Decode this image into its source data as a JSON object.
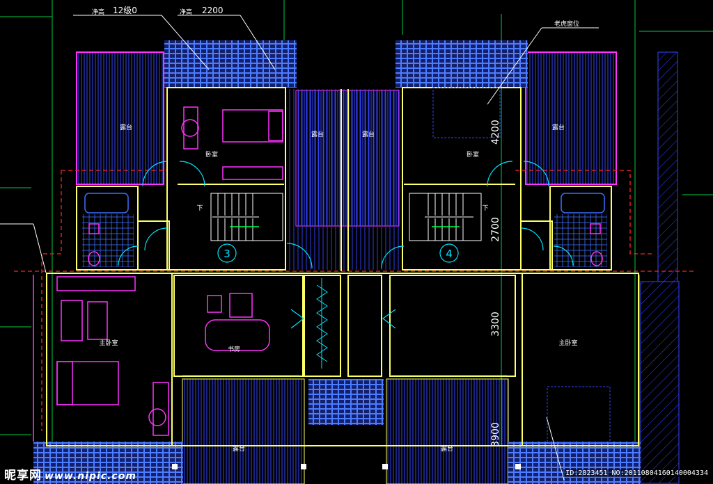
{
  "drawing": {
    "colors": {
      "background": "#000000",
      "wall": "#ffff66",
      "boundary": "#ff33ff",
      "dashed_outline": "#ff2222",
      "floor_hatch": "#3344ff",
      "tile": "#3a6fff",
      "axis_line": "#00cc44",
      "door": "#00e5ff",
      "dimension": "#ffffff",
      "furniture": "#ff33ff"
    },
    "notes": {
      "clear_height_1_prefix": "净高",
      "clear_height_1_value": "12级0",
      "clear_height_2_prefix": "净高",
      "clear_height_2_value": "2200",
      "reserved_position": "老虎窗位"
    },
    "room_labels": {
      "terrace_top_left": "露台",
      "terrace_top_center_left": "露台",
      "terrace_top_center_right": "露台",
      "terrace_top_right": "露台",
      "bedroom_left": "卧室",
      "bedroom_right": "卧室",
      "master_bedroom_left": "主卧室",
      "master_bedroom_right": "主卧室",
      "study": "书房",
      "terrace_bottom_left": "露台",
      "terrace_bottom_right": "露台",
      "stair_down_left": "下",
      "stair_down_right": "下"
    },
    "stair_numbers": {
      "left": "3",
      "right": "4"
    },
    "dimensions": {
      "d1": "4200",
      "d2": "2700",
      "d3": "3300",
      "d4": "3900"
    }
  },
  "watermark": {
    "brand": "昵享网",
    "url": "www.nipic.com",
    "image_id": "ID:2823451 NO:20110804160140004334"
  }
}
